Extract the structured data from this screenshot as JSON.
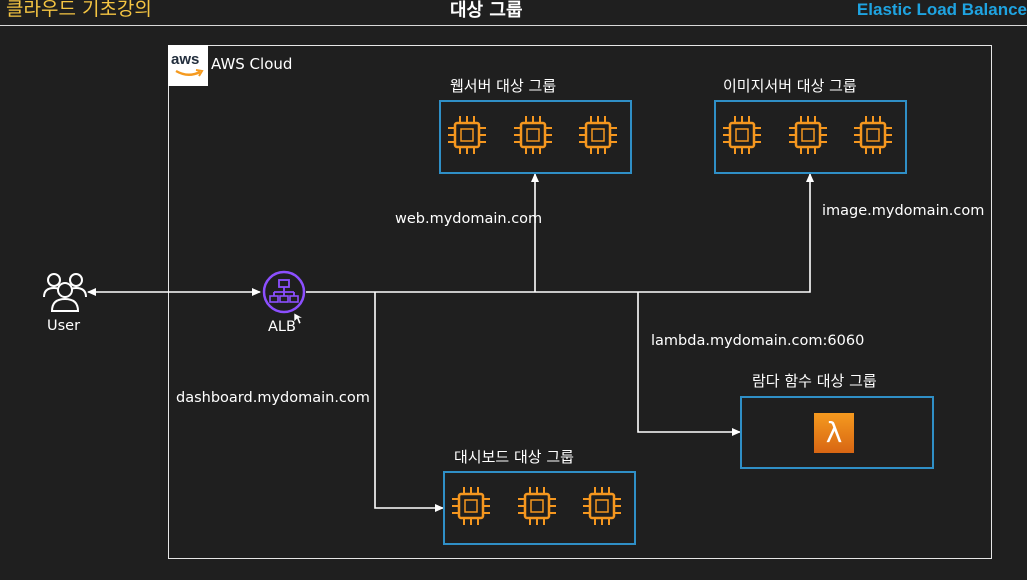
{
  "header": {
    "course": "클라우드 기초강의",
    "title": "대상 그룹",
    "service": "Elastic Load Balance"
  },
  "cloud": {
    "logo_text": "aws",
    "label": "AWS Cloud"
  },
  "nodes": {
    "user": "User",
    "alb": "ALB"
  },
  "routes": {
    "web": "web.mydomain.com",
    "image": "image.mydomain.com",
    "lambda": "lambda.mydomain.com:6060",
    "dashboard": "dashboard.mydomain.com"
  },
  "groups": {
    "web": {
      "title": "웹서버 대상 그룹",
      "instances": 3
    },
    "image": {
      "title": "이미지서버 대상 그룹",
      "instances": 3
    },
    "lambda": {
      "title": "람다 함수 대상 그룹",
      "instances": 1
    },
    "dashboard": {
      "title": "대시보드 대상 그룹",
      "instances": 3
    }
  },
  "colors": {
    "background": "#1f1f1f",
    "course": "#f5c542",
    "service": "#1fa3e0",
    "target_group_border": "#2f8fc6",
    "ec2": "#f5971f",
    "alb": "#8c4fff",
    "lambda": "#e8781a"
  },
  "icons": {
    "user": "users-icon",
    "alb": "load-balancer-icon",
    "instance": "ec2-instance-icon",
    "lambda": "lambda-icon"
  }
}
